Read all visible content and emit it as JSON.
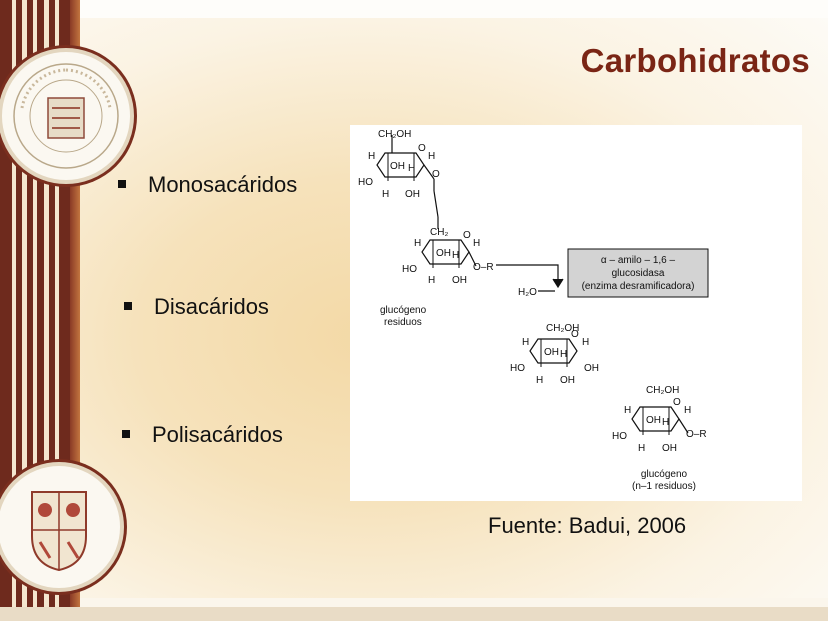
{
  "slide": {
    "title": "Carbohidratos",
    "bullets": [
      {
        "label": "Monosacáridos"
      },
      {
        "label": "Disacáridos"
      },
      {
        "label": "Polisacáridos"
      }
    ],
    "source": "Fuente: Badui, 2006"
  },
  "figure": {
    "groups": {
      "ch2oh": "CH₂OH",
      "ch2": "CH₂",
      "o": "O",
      "h": "H",
      "oh": "OH",
      "ho": "HO",
      "o_r": "O–R",
      "h2o": "H₂O"
    },
    "enzyme_box": {
      "line1": "α – amilo – 1,6 –",
      "line2": "glucosidasa",
      "line3": "(enzima desramificadora)"
    },
    "label_left": {
      "line1": "glucógeno",
      "line2": "residuos"
    },
    "label_right": {
      "line1": "glucógeno",
      "line2": "(n–1 residuos)"
    }
  },
  "colors": {
    "title": "#7a2515",
    "stripe_dark": "#6e2a1d",
    "enzyme_box_fill": "#d3d3d3"
  }
}
